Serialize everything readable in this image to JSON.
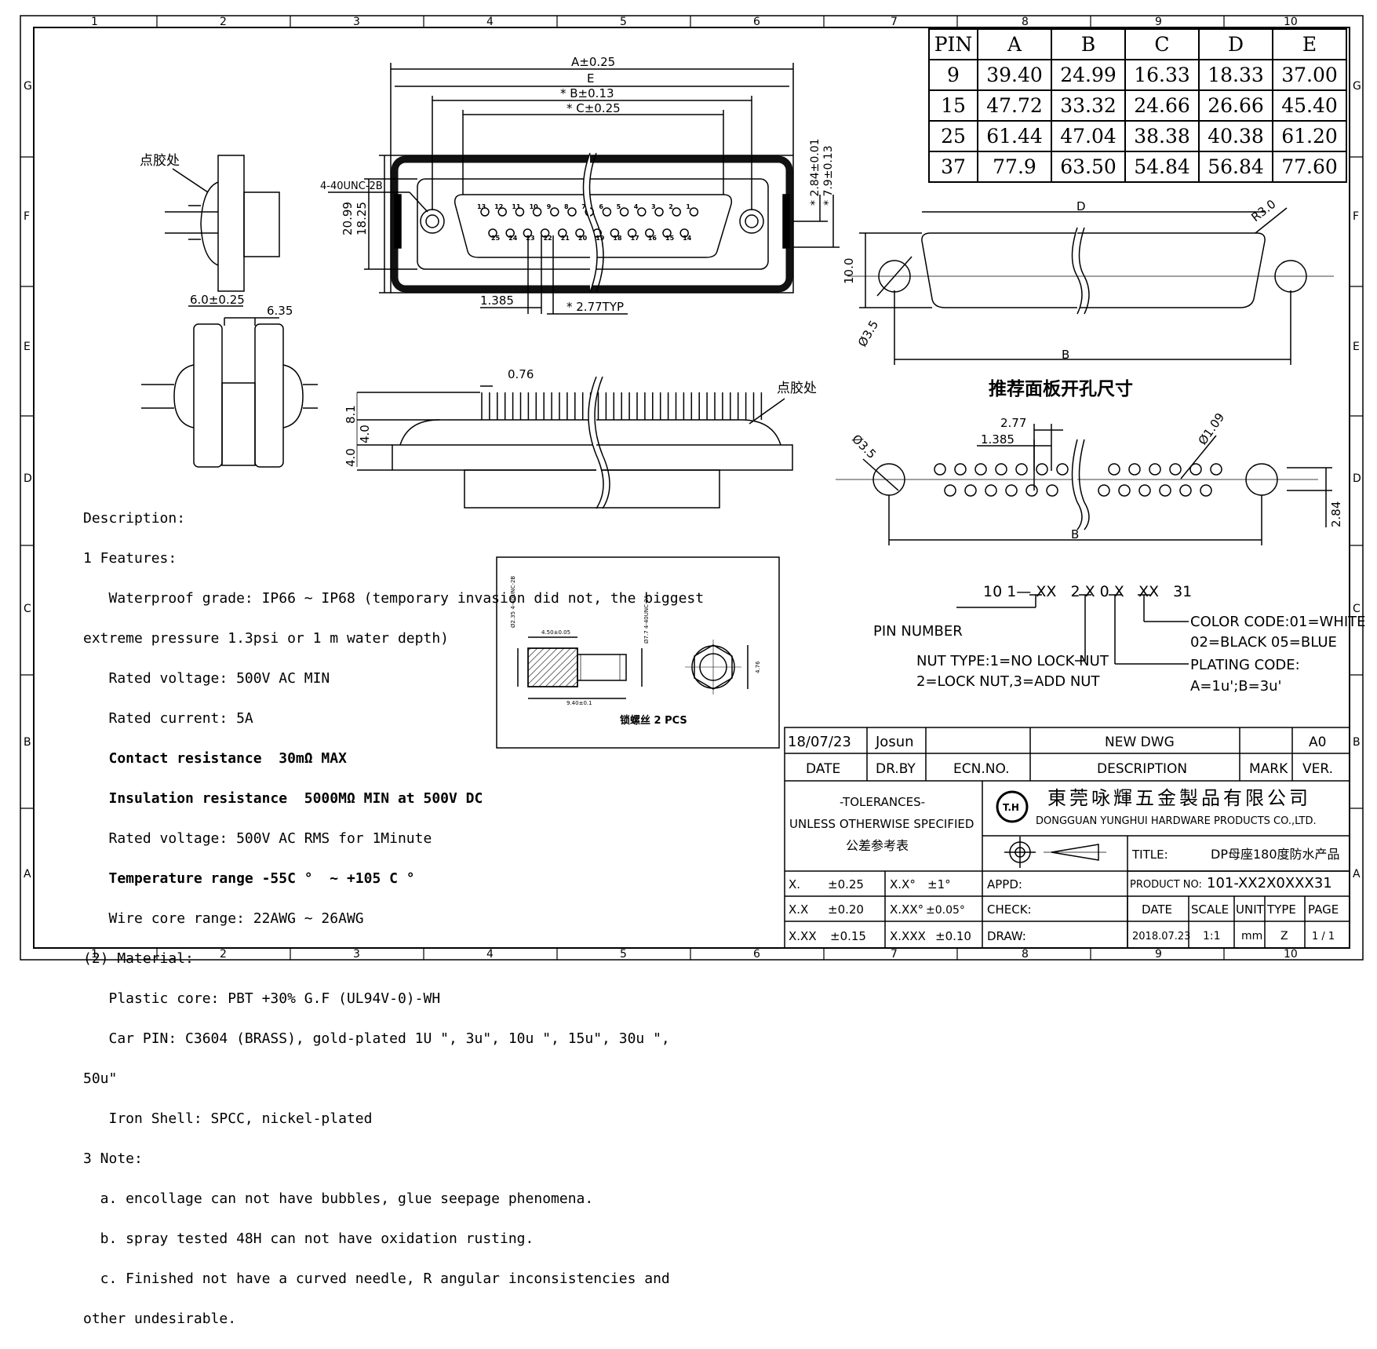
{
  "border": {
    "columns": [
      "1",
      "2",
      "3",
      "4",
      "5",
      "6",
      "7",
      "8",
      "9",
      "10"
    ],
    "rows": [
      "G",
      "F",
      "E",
      "D",
      "C",
      "B",
      "A"
    ]
  },
  "pin_table": {
    "headers": [
      "PIN",
      "A",
      "B",
      "C",
      "D",
      "E"
    ],
    "rows": [
      [
        "9",
        "39.40",
        "24.99",
        "16.33",
        "18.33",
        "37.00"
      ],
      [
        "15",
        "47.72",
        "33.32",
        "24.66",
        "26.66",
        "45.40"
      ],
      [
        "25",
        "61.44",
        "47.04",
        "38.38",
        "40.38",
        "61.20"
      ],
      [
        "37",
        "77.9",
        "63.50",
        "54.84",
        "56.84",
        "77.60"
      ]
    ]
  },
  "dims": {
    "a": "A±0.25",
    "e": "E",
    "b": "* B±0.13",
    "c": "* C±0.25",
    "thread": "4-40UNC-2B",
    "h2099": "20.99",
    "h1825": "18.25",
    "v284": "* 2.84±0.01",
    "v79": "* 7.9±0.13",
    "d1385": "1.385",
    "d277": "* 2.77TYP",
    "glue1": "点胶处",
    "glue2": "点胶处",
    "d6": "6.0±0.25",
    "d635": "6.35",
    "d076": "0.76",
    "d81": "8.1",
    "d40a": "4.0",
    "d40b": "4.0",
    "pin_top": [
      "13",
      "12",
      "11",
      "10",
      "9",
      "8",
      "7",
      "6",
      "5",
      "4",
      "3",
      "2",
      "1"
    ],
    "pin_bot": [
      "25",
      "24",
      "23",
      "22",
      "21",
      "20",
      "19",
      "18",
      "17",
      "16",
      "15",
      "14"
    ]
  },
  "cutout": {
    "d": "D",
    "r30": "R3.0",
    "h10": "10.0",
    "dia35": "Ø3.5",
    "b": "B",
    "title": "推荐面板开孔尺寸",
    "p277": "2.77",
    "p1385": "1.385",
    "dia35b": "Ø3.5",
    "dia109": "Ø1.09",
    "b2": "B",
    "v284": "2.84"
  },
  "nut": {
    "caption": "锁螺丝 2 PCS",
    "d1": "Ø2.35 4-40UNC-2B",
    "d2": "4.50±0.05",
    "d3": "Ø7.7 4-40UNC-2A",
    "d4": "9.40±0.1",
    "d5": "4.76"
  },
  "part_code": {
    "code": "10 1— XX   2 X 0 X   XX   31",
    "pin_number": "PIN NUMBER",
    "nut_type1": "NUT TYPE:1=NO LOCK NUT",
    "nut_type2": "2=LOCK NUT,3=ADD NUT",
    "color1": "COLOR CODE:01=WHITE",
    "color2": "02=BLACK 05=BLUE",
    "plating1": "PLATING CODE:",
    "plating2": "A=1u';B=3u'"
  },
  "description": {
    "l1": "Description:",
    "l2": "1 Features:",
    "l3": "   Waterproof grade: IP66 ~ IP68 (temporary invasion did not, the biggest",
    "l4": "extreme pressure 1.3psi or 1 m water depth)",
    "l5": "   Rated voltage: 500V AC MIN",
    "l6": "   Rated current: 5A",
    "l7": "   Contact resistance  30mΩ MAX",
    "l8": "   Insulation resistance  5000MΩ MIN at 500V DC",
    "l9": "   Rated voltage: 500V AC RMS for 1Minute",
    "l10": "   Temperature range -55C °  ~ +105 C °",
    "l11": "   Wire core range: 22AWG ~ 26AWG",
    "l12": "(2) Material:",
    "l13": "   Plastic core: PBT +30% G.F (UL94V-0)-WH",
    "l14": "   Car PIN: C3604 (BRASS), gold-plated 1U \", 3u\", 10u \", 15u\", 30u \",",
    "l15": "50u\"",
    "l16": "   Iron Shell: SPCC, nickel-plated",
    "l17": "3 Note:",
    "l18": "  a. encollage can not have bubbles, glue seepage phenomena.",
    "l19": "  b. spray tested 48H can not have oxidation rusting.",
    "l20": "  c. Finished not have a curved needle, R angular inconsistencies and",
    "l21": "other undesirable."
  },
  "title_block": {
    "rev_date": "18/07/23",
    "rev_by": "Josun",
    "rev_desc": "NEW DWG",
    "rev_ver": "A0",
    "h_date": "DATE",
    "h_drby": "DR.BY",
    "h_ecn": "ECN.NO.",
    "h_desc": "DESCRIPTION",
    "h_mark": "MARK",
    "h_ver": "VER.",
    "tol1": "-TOLERANCES-",
    "tol2": "UNLESS OTHERWISE SPECIFIED",
    "tol3": "公差参考表",
    "logo": "T.H",
    "company_cn": "東莞咏輝五金製品有限公司",
    "company_en": "DONGGUAN YUNGHUI HARDWARE PRODUCTS CO.,LTD.",
    "title_label": "TITLE:",
    "title_value": "DP母座180度防水产品",
    "t_x": "X.",
    "t_x_v": "±0.25",
    "t_xa": "X.X°",
    "t_xa_v": "±1°",
    "t_xx": "X.X",
    "t_xx_v": "±0.20",
    "t_xxa": "X.XX°",
    "t_xxa_v": "±0.05°",
    "t_xxx": "X.XX",
    "t_xxx_v": "±0.15",
    "t_xxxx": "X.XXX",
    "t_xxxx_v": "±0.10",
    "appd": "APPD:",
    "check": "CHECK:",
    "draw": "DRAW:",
    "product_label": "PRODUCT NO:",
    "product_value": "101-XX2X0XXX31",
    "f_date": "DATE",
    "f_scale": "SCALE",
    "f_unit": "UNIT",
    "f_type": "TYPE",
    "f_page": "PAGE",
    "v_date": "2018.07.23",
    "v_scale": "1:1",
    "v_unit": "mm",
    "v_type": "Z",
    "v_page": "1 / 1"
  }
}
